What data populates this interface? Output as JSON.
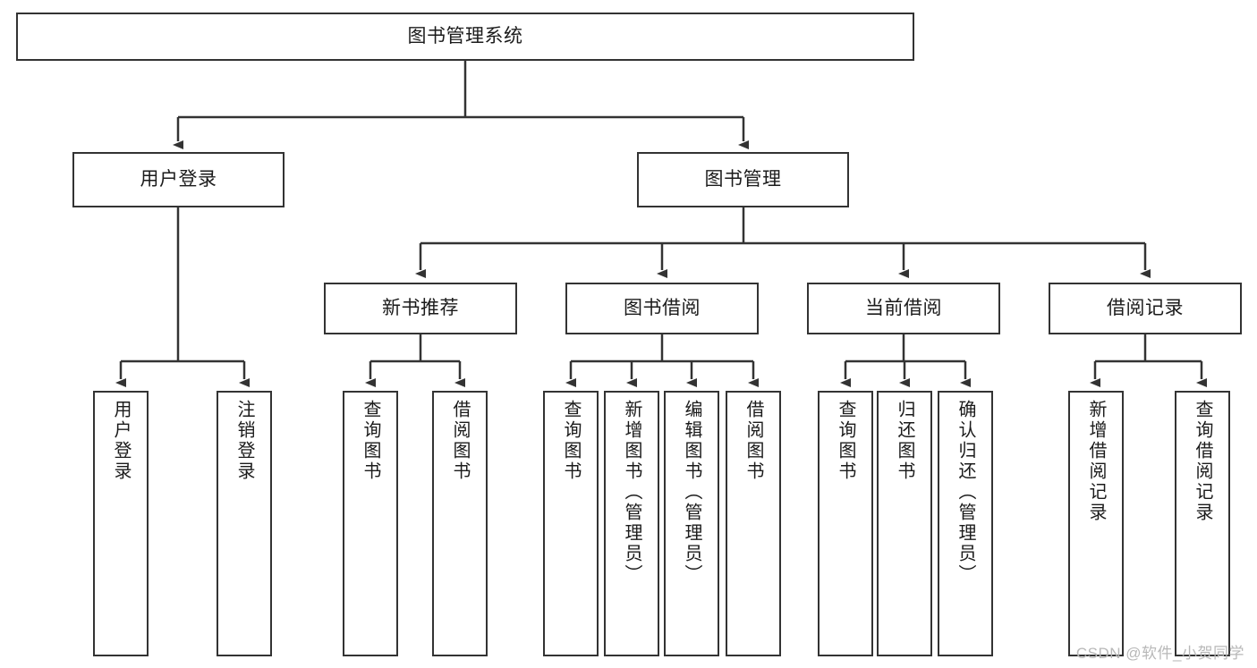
{
  "diagram": {
    "title": "图书管理系统",
    "type": "function-structure-tree",
    "watermark": "CSDN @软件_小贺同学",
    "nodes": {
      "root": {
        "label": "图书管理系统"
      },
      "level2": [
        {
          "id": "user-login",
          "label": "用户登录"
        },
        {
          "id": "book-manage",
          "label": "图书管理"
        }
      ],
      "level3": [
        {
          "id": "new-book-recommend",
          "label": "新书推荐"
        },
        {
          "id": "book-borrow",
          "label": "图书借阅"
        },
        {
          "id": "current-borrow",
          "label": "当前借阅"
        },
        {
          "id": "borrow-record",
          "label": "借阅记录"
        }
      ],
      "leaves": {
        "user_login": [
          {
            "id": "leaf-user-login",
            "label": "用户登录"
          },
          {
            "id": "leaf-logout-login",
            "label": "注销登录"
          }
        ],
        "new_book_recommend": [
          {
            "id": "leaf-query-book-1",
            "label": "查询图书"
          },
          {
            "id": "leaf-borrow-book-1",
            "label": "借阅图书"
          }
        ],
        "book_borrow": [
          {
            "id": "leaf-query-book-2",
            "label": "查询图书"
          },
          {
            "id": "leaf-add-book",
            "label": "新增图书（管理员）"
          },
          {
            "id": "leaf-edit-book",
            "label": "编辑图书（管理员）"
          },
          {
            "id": "leaf-borrow-book-2",
            "label": "借阅图书"
          }
        ],
        "current_borrow": [
          {
            "id": "leaf-query-book-3",
            "label": "查询图书"
          },
          {
            "id": "leaf-return-book",
            "label": "归还图书"
          },
          {
            "id": "leaf-confirm-return",
            "label": "确认归还（管理员）"
          }
        ],
        "borrow_record": [
          {
            "id": "leaf-add-record",
            "label": "新增借阅记录"
          },
          {
            "id": "leaf-query-record",
            "label": "查询借阅记录"
          }
        ]
      }
    },
    "colors": {
      "stroke": "#333333",
      "fill": "#ffffff",
      "text": "#1b1b1b",
      "watermark": "#b8b8b8"
    }
  }
}
